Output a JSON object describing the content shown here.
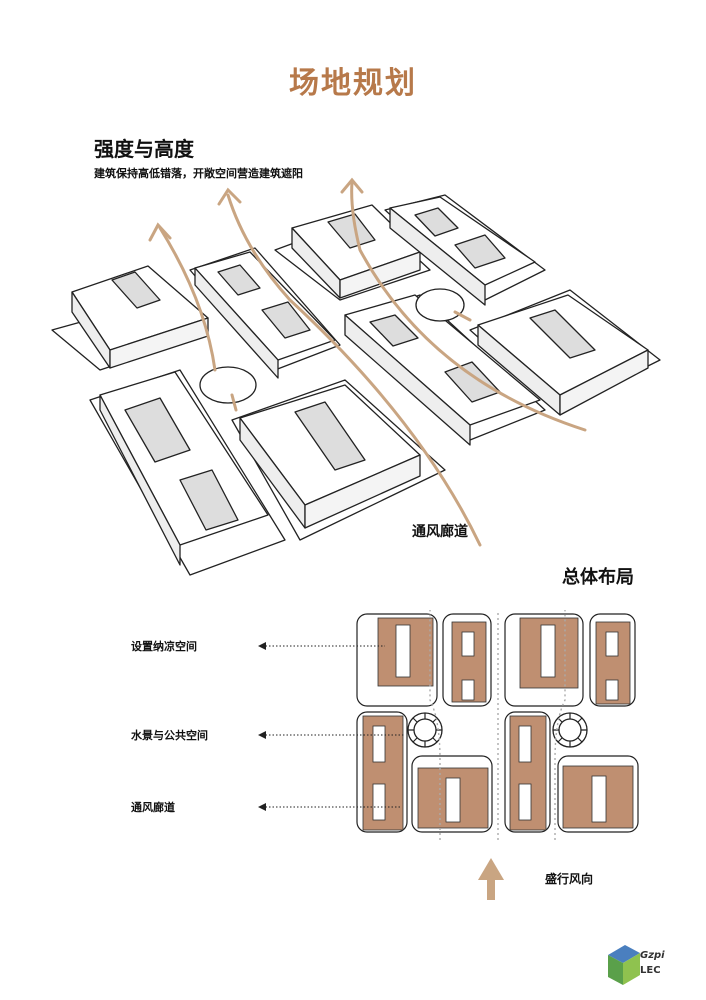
{
  "title": "场地规划",
  "axonometric": {
    "heading": "强度与高度",
    "description": "建筑保持高低错落，开敞空间营造建筑遮阳",
    "corridor_label": "通风廊道"
  },
  "plan": {
    "heading": "总体布局",
    "legend": [
      "设置纳凉空间",
      "水景与公共空间",
      "通风廊道"
    ],
    "wind_label": "盛行风向"
  },
  "colors": {
    "accent": "#b7794a",
    "building_fill": "#bf8f71",
    "arrow": "#c9a582",
    "line": "#222222"
  },
  "logo": {
    "line1": "Gzpi",
    "line2": "LEC"
  }
}
